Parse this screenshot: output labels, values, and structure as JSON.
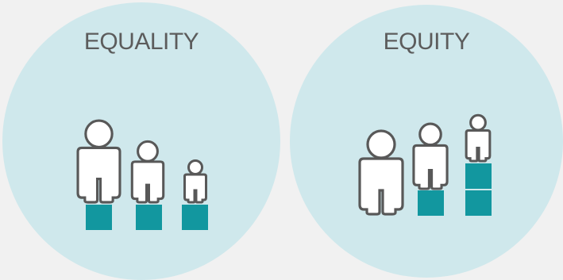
{
  "panels": [
    {
      "title": "EQUALITY",
      "people": [
        "tall",
        "medium",
        "short"
      ],
      "boxes_under_each": [
        1,
        1,
        1
      ]
    },
    {
      "title": "EQUITY",
      "people": [
        "tall",
        "medium",
        "short"
      ],
      "boxes_under_each": [
        0,
        1,
        2
      ]
    }
  ],
  "colors": {
    "background": "#f1f1f1",
    "circle_fill": "#cfe8ec",
    "box_fill": "#12979f",
    "person_fill": "#ffffff",
    "person_stroke": "#585858",
    "title_text": "#5c5c5c"
  },
  "icons": {
    "person": "person-outline-icon",
    "box": "box-icon"
  }
}
